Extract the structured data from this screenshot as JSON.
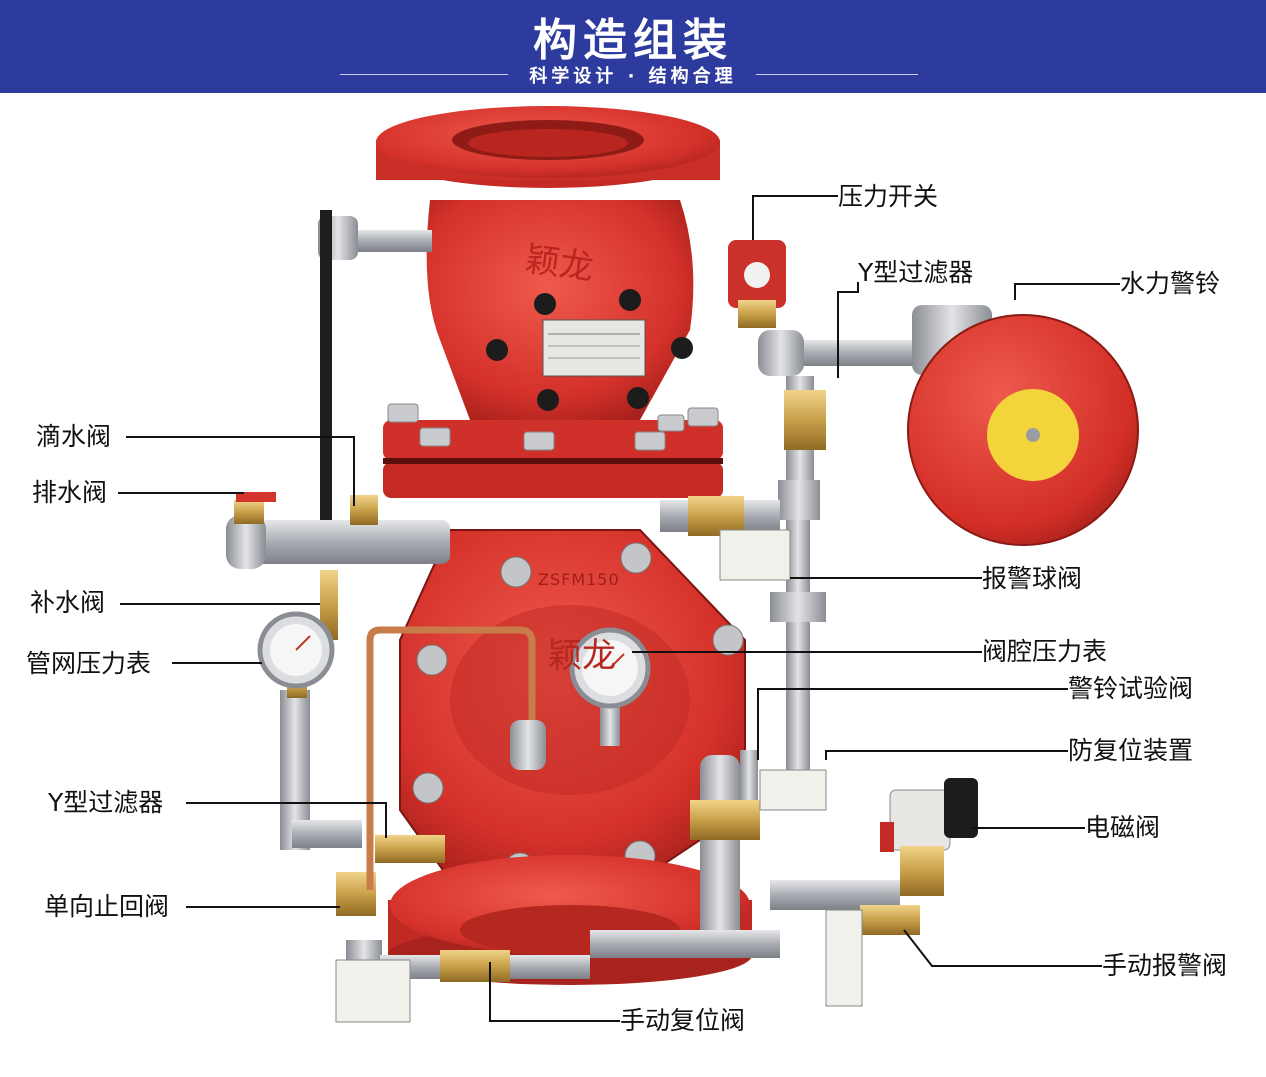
{
  "banner": {
    "title": "构造组装",
    "subtitle": "科学设计 · 结构合理",
    "color": "#2d3a9e"
  },
  "callouts": {
    "pressure_switch": "压力开关",
    "y_filter_top": "Y型过滤器",
    "water_motor_gong": "水力警铃",
    "drip_valve": "滴水阀",
    "drain_valve": "排水阀",
    "alarm_ball_valve": "报警球阀",
    "makeup_valve": "补水阀",
    "chamber_pressure_gauge": "阀腔压力表",
    "pipe_network_gauge": "管网压力表",
    "bell_test_valve": "警铃试验阀",
    "anti_reset_device": "防复位装置",
    "y_filter_left": "Y型过滤器",
    "solenoid_valve": "电磁阀",
    "check_valve": "单向止回阀",
    "manual_alarm_valve": "手动报警阀",
    "manual_reset_valve": "手动复位阀"
  },
  "casting": {
    "brand_mark": "颖龙",
    "model_mark": "ZSFM150"
  },
  "colors": {
    "valve_red": "#d4312a",
    "steel": "#b9bcc2",
    "brass": "#c9a04a"
  }
}
